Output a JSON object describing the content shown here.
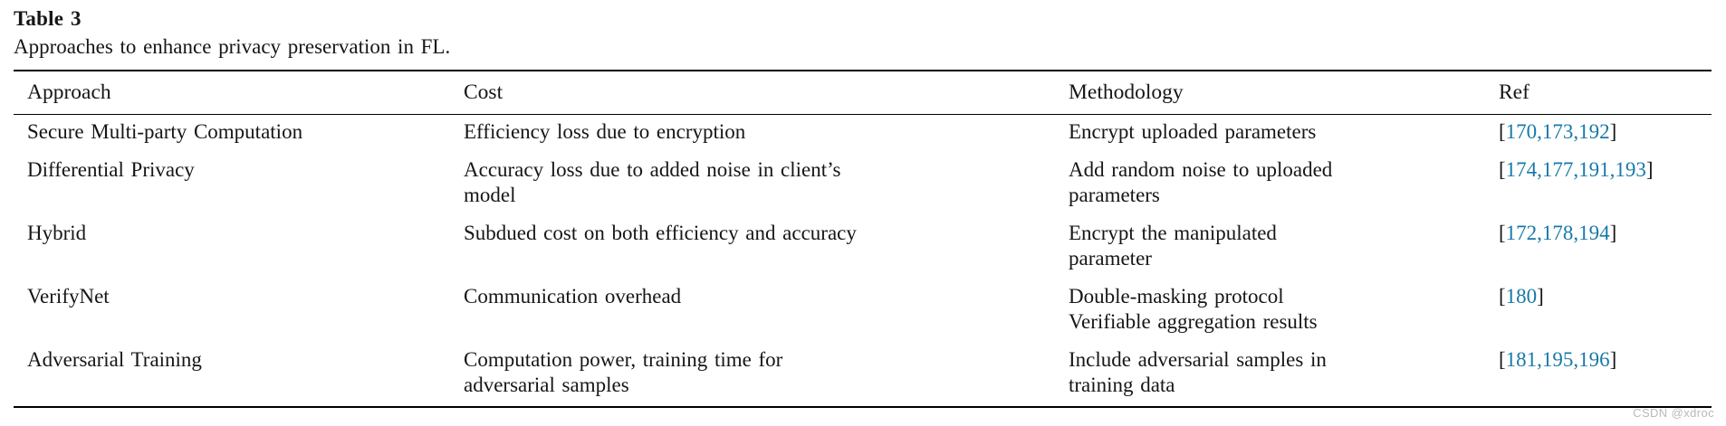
{
  "caption": {
    "label": "Table 3",
    "title": "Approaches to enhance privacy preservation in FL."
  },
  "table": {
    "headers": [
      "Approach",
      "Cost",
      "Methodology",
      "Ref"
    ],
    "rows": [
      {
        "approach": "Secure Multi-party Computation",
        "cost_lines": [
          "Efficiency loss due to encryption"
        ],
        "methodology_lines": [
          "Encrypt uploaded parameters"
        ],
        "refs": [
          "170",
          "173",
          "192"
        ]
      },
      {
        "approach": "Differential Privacy",
        "cost_lines": [
          "Accuracy loss due to added noise in client’s",
          "model"
        ],
        "methodology_lines": [
          "Add random noise to uploaded",
          "parameters"
        ],
        "refs": [
          "174",
          "177",
          "191",
          "193"
        ]
      },
      {
        "approach": "Hybrid",
        "cost_lines": [
          "Subdued cost on both efficiency and accuracy"
        ],
        "methodology_lines": [
          "Encrypt the manipulated",
          "parameter"
        ],
        "refs": [
          "172",
          "178",
          "194"
        ]
      },
      {
        "approach": "VerifyNet",
        "cost_lines": [
          "Communication overhead"
        ],
        "methodology_lines": [
          "Double-masking protocol",
          "Verifiable aggregation results"
        ],
        "refs": [
          "180"
        ]
      },
      {
        "approach": "Adversarial Training",
        "cost_lines": [
          "Computation power, training time for",
          "adversarial samples"
        ],
        "methodology_lines": [
          "Include adversarial samples in",
          "training data"
        ],
        "refs": [
          "181",
          "195",
          "196"
        ]
      }
    ]
  },
  "watermark": "CSDN @xdroc",
  "colors": {
    "text": "#161616",
    "rule": "#000000",
    "ref_link": "#1879a8",
    "watermark": "#b9b9b9"
  }
}
